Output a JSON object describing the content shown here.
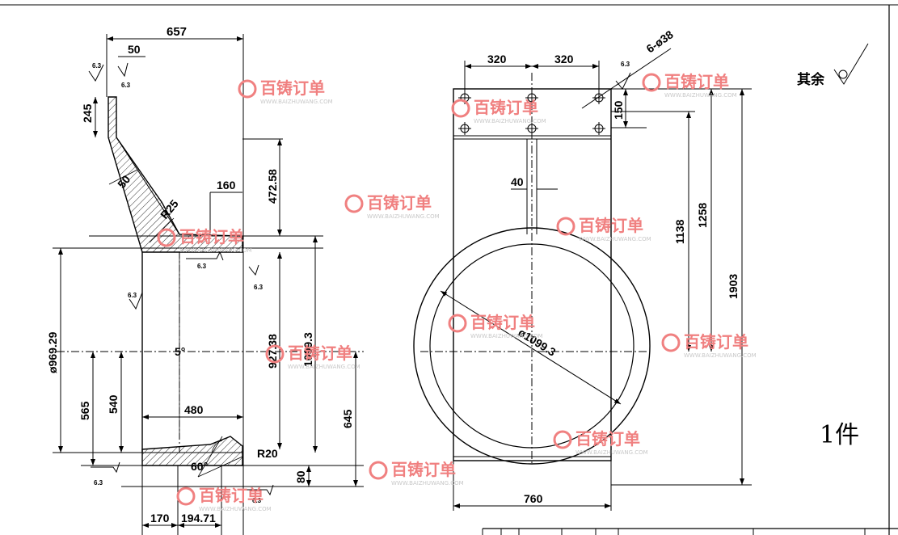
{
  "watermark": {
    "logo_text": "百铸订单",
    "url_text": "WWW.BAIZHUWANG.COM",
    "color": "#f08080"
  },
  "section_view": {
    "dims": {
      "w657": "657",
      "w50": "50",
      "h245": "245",
      "t50": "50",
      "r25": "R25",
      "w160": "160",
      "h472": "472.58",
      "d969": "ø969.29",
      "d927": "927.38",
      "d1099": "1099.3",
      "ang5": "5°",
      "w480": "480",
      "h565": "565",
      "h540": "540",
      "h645": "645",
      "r20": "R20",
      "ang60": "60°",
      "h80": "80",
      "w170": "170",
      "w194": "194.71"
    },
    "roughness": "6.3"
  },
  "front_view": {
    "dims": {
      "w320a": "320",
      "w320b": "320",
      "holes": "6-ø38",
      "h150": "150",
      "w40": "40",
      "h1138": "1138",
      "h1258": "1258",
      "h1903": "1903",
      "d1099": "ø1099.3",
      "w760": "760"
    }
  },
  "notes": {
    "rest_surfaces": "其余",
    "quantity": "1件"
  }
}
